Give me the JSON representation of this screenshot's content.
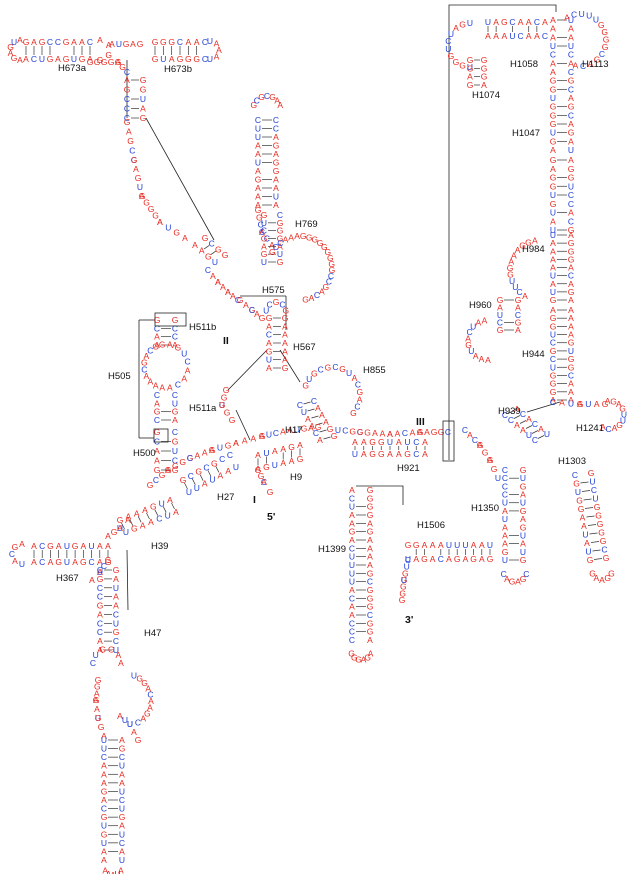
{
  "colors": {
    "purine": "#e8281e",
    "pyrimidine": "#1f3fd6",
    "label": "#111111",
    "line": "#222222"
  },
  "helix_labels": [
    "H673a",
    "H673b",
    "H769",
    "H575",
    "H511b",
    "H567",
    "H505",
    "H511a",
    "H855",
    "H500",
    "H17",
    "H27",
    "H9",
    "H39",
    "H367",
    "H47",
    "H1058",
    "H1113",
    "H1074",
    "H1047",
    "H984",
    "H960",
    "H944",
    "H939",
    "H1241",
    "H921",
    "H1303",
    "H1350",
    "H1506",
    "H1399"
  ],
  "domain_labels": [
    "I",
    "II",
    "III"
  ],
  "end_labels": [
    "5'",
    "3'"
  ]
}
